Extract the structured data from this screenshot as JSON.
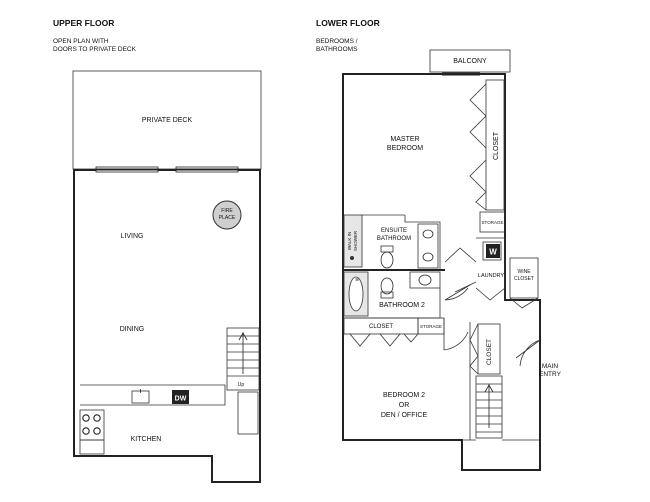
{
  "upper_floor": {
    "title": "UPPER FLOOR",
    "subtitle_line1": "OPEN PLAN WITH",
    "subtitle_line2": "DOORS TO PRIVATE DECK",
    "rooms": {
      "deck": "PRIVATE DECK",
      "living": "LIVING",
      "dining": "DINING",
      "kitchen": "KITCHEN",
      "fireplace_line1": "FIRE",
      "fireplace_line2": "PLACE",
      "stairs_up": "Up",
      "dishwasher": "DW"
    }
  },
  "lower_floor": {
    "title": "LOWER FLOOR",
    "subtitle_line1": "BEDROOMS /",
    "subtitle_line2": "BATHROOMS",
    "rooms": {
      "balcony": "BALCONY",
      "master_line1": "MASTER",
      "master_line2": "BEDROOM",
      "closet_master": "CLOSET",
      "storage_upper": "STORAGE",
      "walkin_line1": "WALK IN",
      "walkin_line2": "SHOWER",
      "ensuite_line1": "ENSUITE",
      "ensuite_line2": "BATHROOM",
      "washer": "W",
      "laundry": "LAUNDRY",
      "wine_line1": "WINE",
      "wine_line2": "CLOSET",
      "bathroom2": "BATHROOM 2",
      "closet_lower": "CLOSET",
      "storage_lower": "STORAGE",
      "closet_hall": "CLOSET",
      "main_entry_line1": "MAIN",
      "main_entry_line2": "ENTRY",
      "bedroom2_line1": "BEDROOM 2",
      "bedroom2_line2": "OR",
      "bedroom2_line3": "DEN / OFFICE"
    }
  }
}
